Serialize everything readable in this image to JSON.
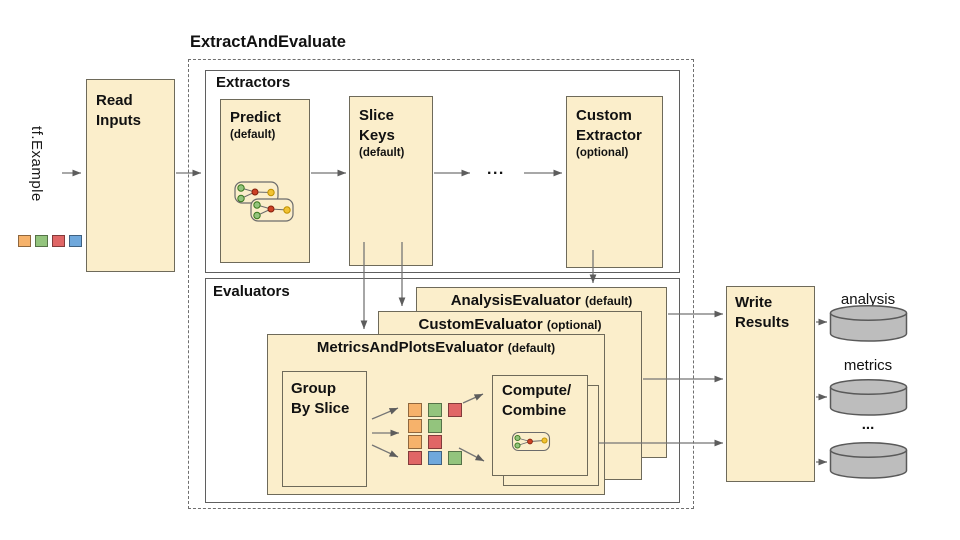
{
  "title": "ExtractAndEvaluate",
  "input": {
    "label": "tf.Example"
  },
  "input_squares": [
    "orange",
    "green",
    "red",
    "blue"
  ],
  "read_inputs": {
    "line1": "Read",
    "line2": "Inputs"
  },
  "extractors": {
    "title": "Extractors",
    "predict": {
      "line1": "Predict",
      "qualifier": "(default)"
    },
    "slice_keys": {
      "line1": "Slice",
      "line2": "Keys",
      "qualifier": "(default)"
    },
    "ellipsis": "...",
    "custom": {
      "line1": "Custom",
      "line2": "Extractor",
      "qualifier": "(optional)"
    }
  },
  "evaluators": {
    "title": "Evaluators",
    "analysis": {
      "name": "AnalysisEvaluator",
      "qualifier": "(default)"
    },
    "custom": {
      "name": "CustomEvaluator",
      "qualifier": "(optional)"
    },
    "metrics_plots": {
      "name": "MetricsAndPlotsEvaluator",
      "qualifier": "(default)"
    },
    "group_by_slice": {
      "line1": "Group",
      "line2": "By Slice"
    },
    "compute_combine": {
      "line1": "Compute/",
      "line2": "Combine"
    }
  },
  "slice_grid": {
    "rows": [
      [
        "orange",
        "green",
        "red"
      ],
      [
        "orange",
        "green"
      ],
      [
        "orange",
        "red"
      ],
      [
        "red",
        "blue",
        "green"
      ]
    ]
  },
  "write_results": {
    "line1": "Write",
    "line2": "Results"
  },
  "outputs": {
    "labels": [
      "analysis",
      "metrics",
      "..."
    ]
  },
  "colors": {
    "orange": "#F6B26B",
    "green": "#93C47D",
    "red": "#E06666",
    "blue": "#6FA8DC",
    "box_fill": "#FBEECB",
    "node_green": "#93C47D",
    "node_red": "#CC4125",
    "node_yellow": "#F1C232",
    "cylinder_fill": "#BDBDBD",
    "arrow": "#757575"
  }
}
